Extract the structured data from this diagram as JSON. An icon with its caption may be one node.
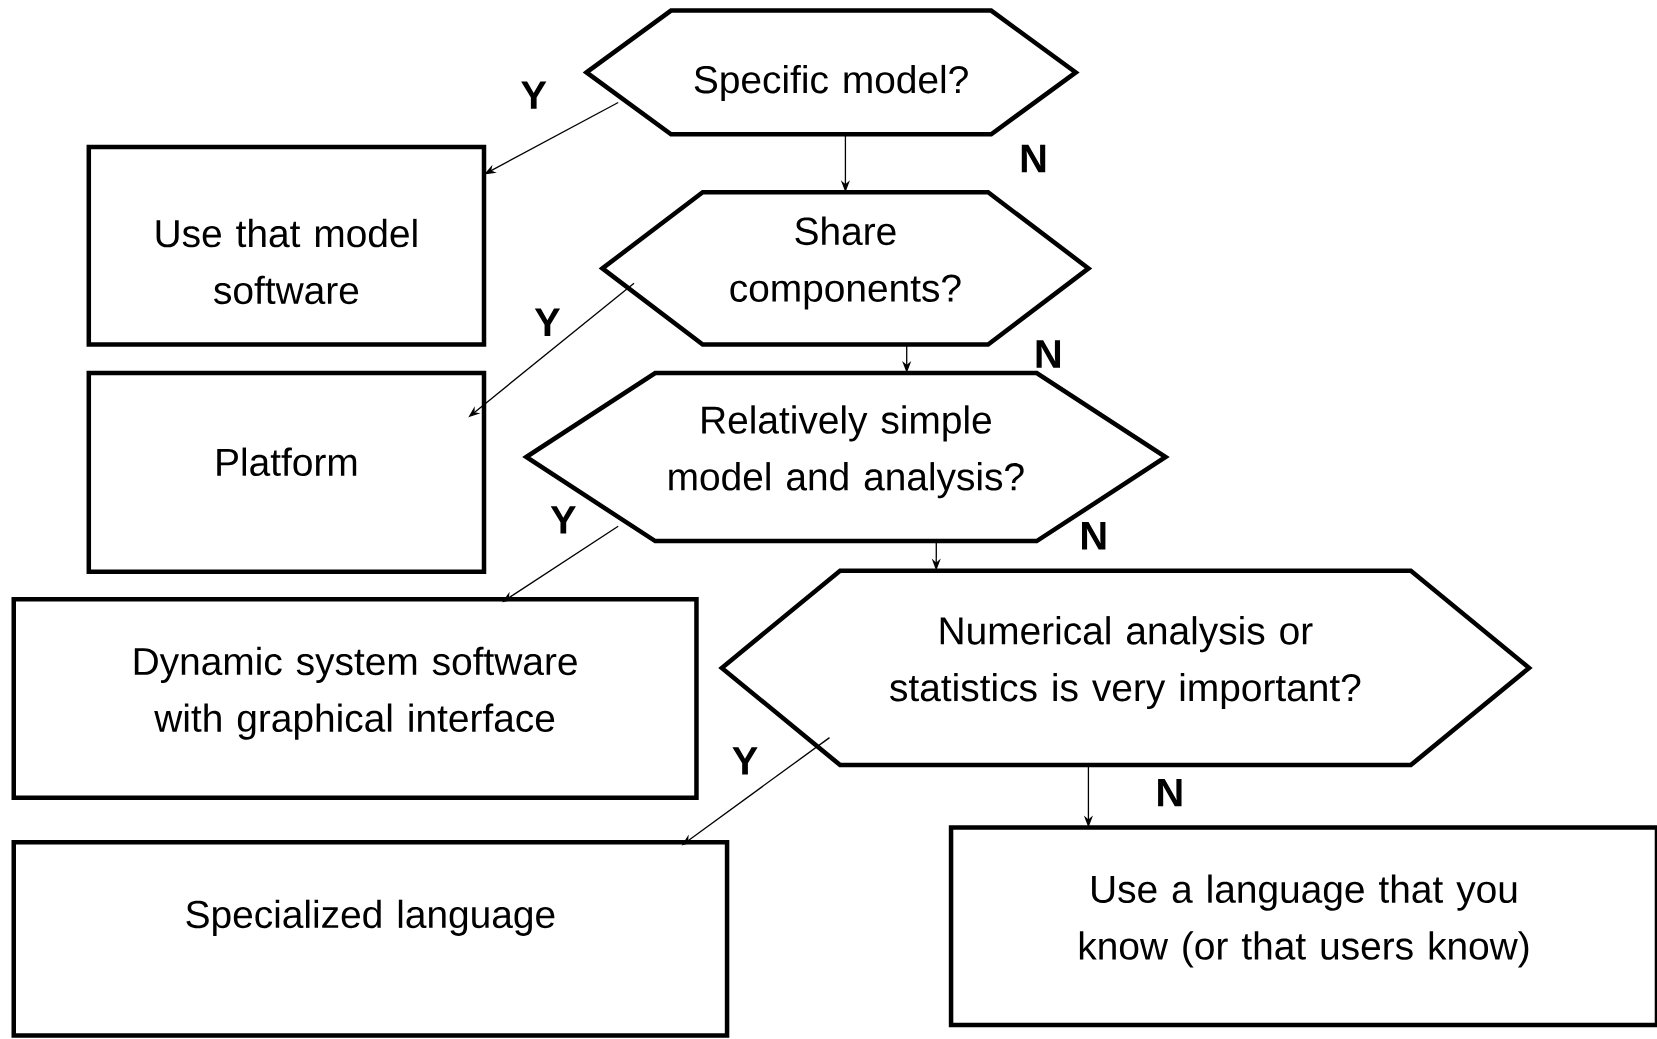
{
  "diagram": {
    "nodes": [
      {
        "text": [
          "Specific model?"
        ]
      },
      {
        "text": [
          "Use that model software"
        ]
      },
      {
        "text": [
          "Share components?"
        ]
      },
      {
        "text": [
          "Platform"
        ]
      },
      {
        "text": [
          "Relatively simple model and analysis?"
        ]
      },
      {
        "text": [
          "Dynamic system software with graphical interface"
        ]
      },
      {
        "text": [
          "Numerical analysis or statistics is very important?"
        ]
      },
      {
        "text": [
          "Specialized language"
        ]
      },
      {
        "text": [
          "Use a language that you know (or that users know)"
        ]
      }
    ],
    "edges": [
      {
        "from": 0,
        "to": 1,
        "arrow": "to",
        "label": "Y"
      },
      {
        "from": 0,
        "to": 2,
        "arrow": "to",
        "label": "N"
      },
      {
        "from": 2,
        "to": 3,
        "arrow": "to",
        "label": "Y"
      },
      {
        "from": 2,
        "to": 4,
        "arrow": "to",
        "label": "N"
      },
      {
        "from": 4,
        "to": 5,
        "arrow": "to",
        "label": "Y"
      },
      {
        "from": 4,
        "to": 6,
        "arrow": "to",
        "label": "N"
      },
      {
        "from": 6,
        "to": 7,
        "arrow": "to",
        "label": "Y"
      },
      {
        "from": 6,
        "to": 8,
        "arrow": "to",
        "label": "N"
      }
    ]
  }
}
